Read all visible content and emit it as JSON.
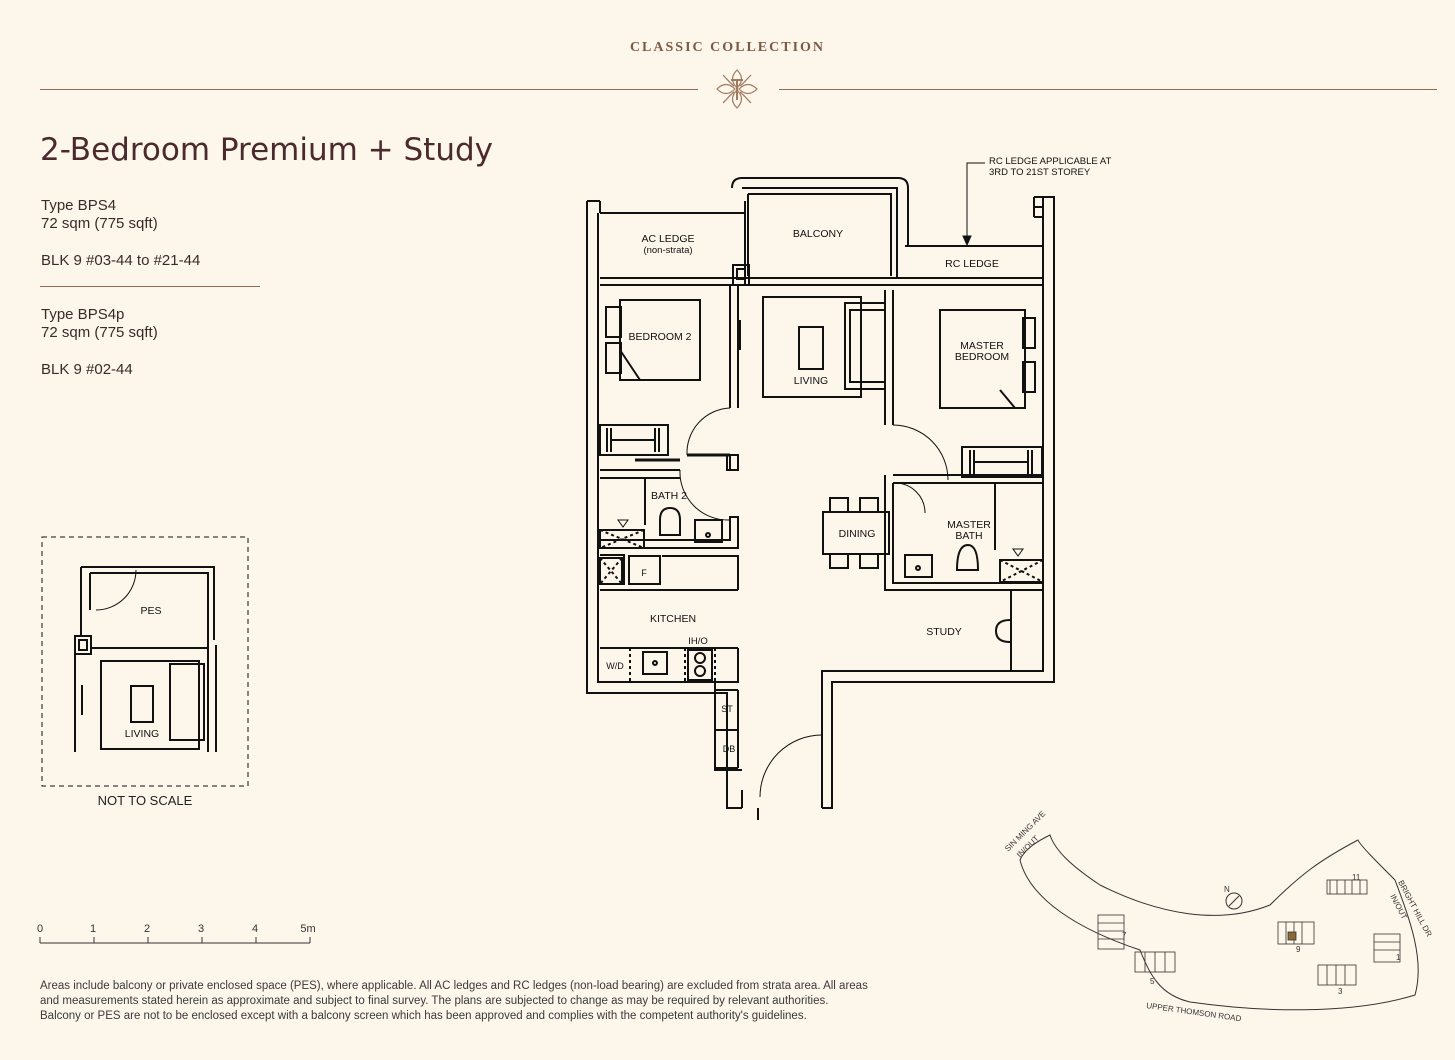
{
  "header": {
    "collection": "CLASSIC COLLECTION",
    "logo_icon": "ornament-monogram-icon"
  },
  "unit": {
    "title": "2-Bedroom Premium + Study",
    "types": [
      {
        "type": "Type BPS4",
        "area": "72 sqm (775 sqft)",
        "blocks": "BLK 9 #03-44 to #21-44"
      },
      {
        "type": "Type BPS4p",
        "area": "72 sqm (775 sqft)",
        "blocks": "BLK 9 #02-44"
      }
    ]
  },
  "plan": {
    "rooms": {
      "ac_ledge": "AC LEDGE",
      "ac_ledge_note": "(non-strata)",
      "balcony": "BALCONY",
      "rc_ledge": "RC LEDGE",
      "rc_ledge_note_1": "RC LEDGE APPLICABLE AT",
      "rc_ledge_note_2": "3RD TO 21ST STOREY",
      "bedroom2": "BEDROOM 2",
      "living": "LIVING",
      "master_bedroom_1": "MASTER",
      "master_bedroom_2": "BEDROOM",
      "bath2": "BATH 2",
      "dining": "DINING",
      "master_bath_1": "MASTER",
      "master_bath_2": "BATH",
      "fridge": "F",
      "kitchen": "KITCHEN",
      "ih_o": "IH/O",
      "wd": "W/D",
      "study": "STUDY",
      "st": "ST",
      "db": "DB"
    }
  },
  "inset": {
    "pes": "PES",
    "living": "LIVING",
    "not_to_scale": "NOT TO SCALE"
  },
  "scale": {
    "ticks": [
      "0",
      "1",
      "2",
      "3",
      "4",
      "5m"
    ]
  },
  "site": {
    "road_sin_ming_1": "SIN MING AVE",
    "road_sin_ming_2": "IN/OUT",
    "road_bright_hill_1": "BRIGHT HILL DR",
    "road_bright_hill_2": "IN/OUT",
    "road_upper_thomson": "UPPER THOMSON ROAD",
    "north": "N",
    "blocks": [
      "11",
      "7",
      "9",
      "5",
      "3",
      "1"
    ]
  },
  "disclaimer": [
    "Areas include balcony or private enclosed space (PES), where applicable. All AC ledges and RC ledges (non-load bearing) are excluded from strata area. All areas",
    "and measurements stated herein as approximate and subject to final survey. The plans are subjected to change as may be required by relevant authorities.",
    "Balcony or PES are not to be enclosed except with a balcony screen which has been approved and complies with the competent authority's guidelines."
  ]
}
